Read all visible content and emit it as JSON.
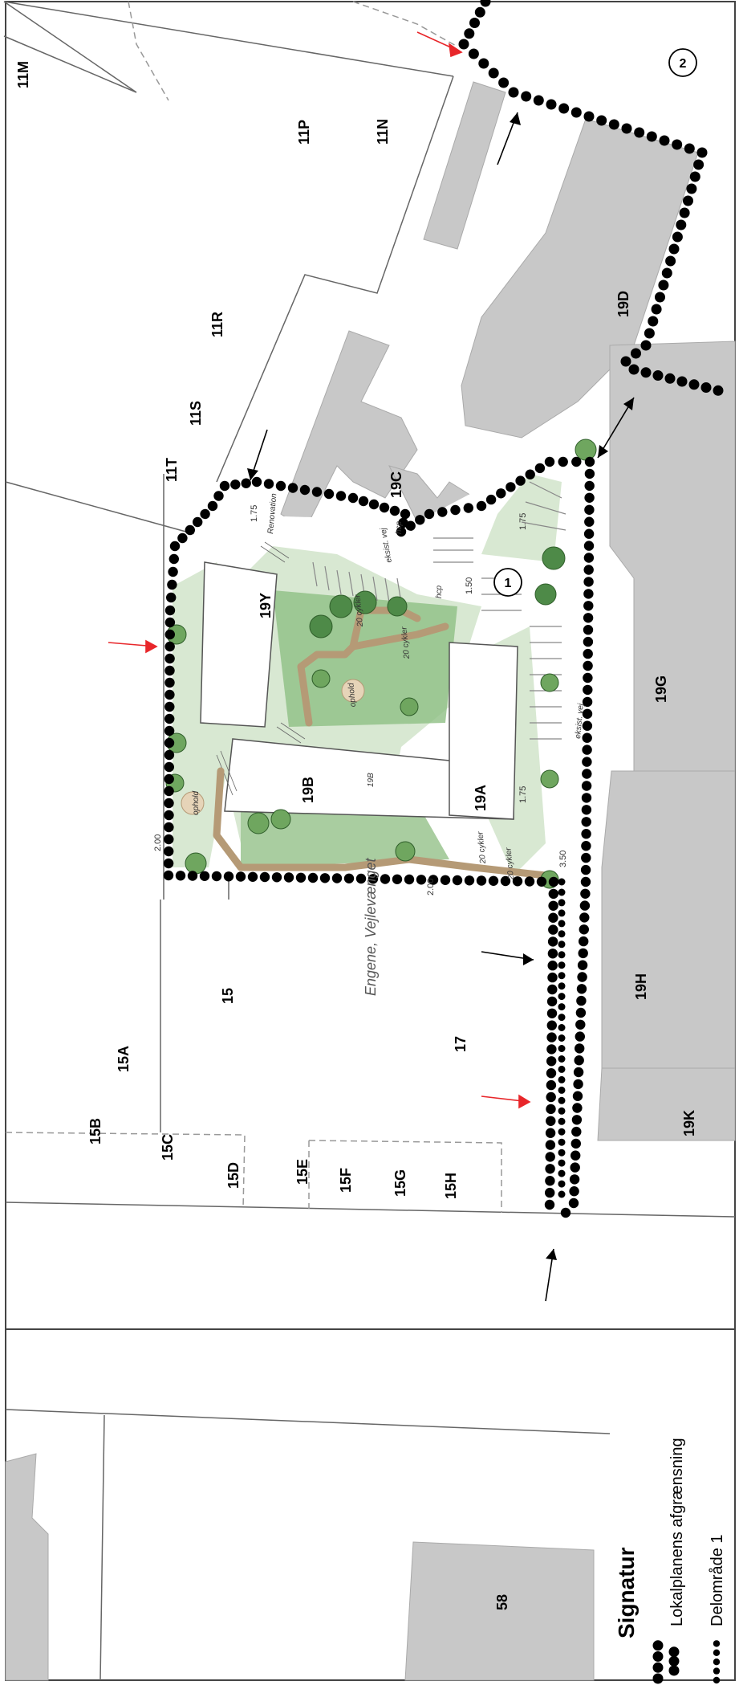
{
  "plots": {
    "p11M": "11M",
    "p11P": "11P",
    "p11N": "11N",
    "p11R": "11R",
    "p11S": "11S",
    "p11T": "11T",
    "p19C": "19C",
    "p19D": "19D",
    "p19Y": "19Y",
    "p19B": "19B",
    "p19A": "19A",
    "p19G": "19G",
    "p19H": "19H",
    "p19K": "19K",
    "p15": "15",
    "p15A": "15A",
    "p15B": "15B",
    "p15C": "15C",
    "p15D": "15D",
    "p15E": "15E",
    "p15F": "15F",
    "p15G": "15G",
    "p15H": "15H",
    "p17": "17",
    "p58": "58"
  },
  "annotations": {
    "road": "Engene, Vejlevænget",
    "existing_road_1": "eksist. vej",
    "existing_road_2": "eksist. vej",
    "renovation": "Renovation",
    "cykler_1": "20 cykler",
    "cykler_2": "20 cykler",
    "cykler_3": "20 cykler",
    "cykler_4": "20 cykler",
    "legeplads_1": "ophold",
    "legeplads_2": "ophold",
    "hc": "hcp",
    "hc2": "hcp",
    "dim_175a": "1.75",
    "dim_175b": "1.75",
    "dim_175c": "1.75",
    "dim_150": "1.50",
    "dim_200a": "2.00",
    "dim_200b": "2.00",
    "dim_350": "3.50",
    "building_19B_inner": "19B",
    "area_1": "1",
    "area_2": "2"
  },
  "legend": {
    "title": "Signatur",
    "item1": "Lokalplanens afgrænsning",
    "item2": "Delområde 1"
  },
  "colors": {
    "building": "#c8c8c8",
    "green_light": "#d8e8d2",
    "green_mid": "#8fbf85",
    "green_dark": "#5f9a57",
    "path": "#b59a76",
    "boundary": "#000000",
    "arrow_red": "#e8262a"
  }
}
